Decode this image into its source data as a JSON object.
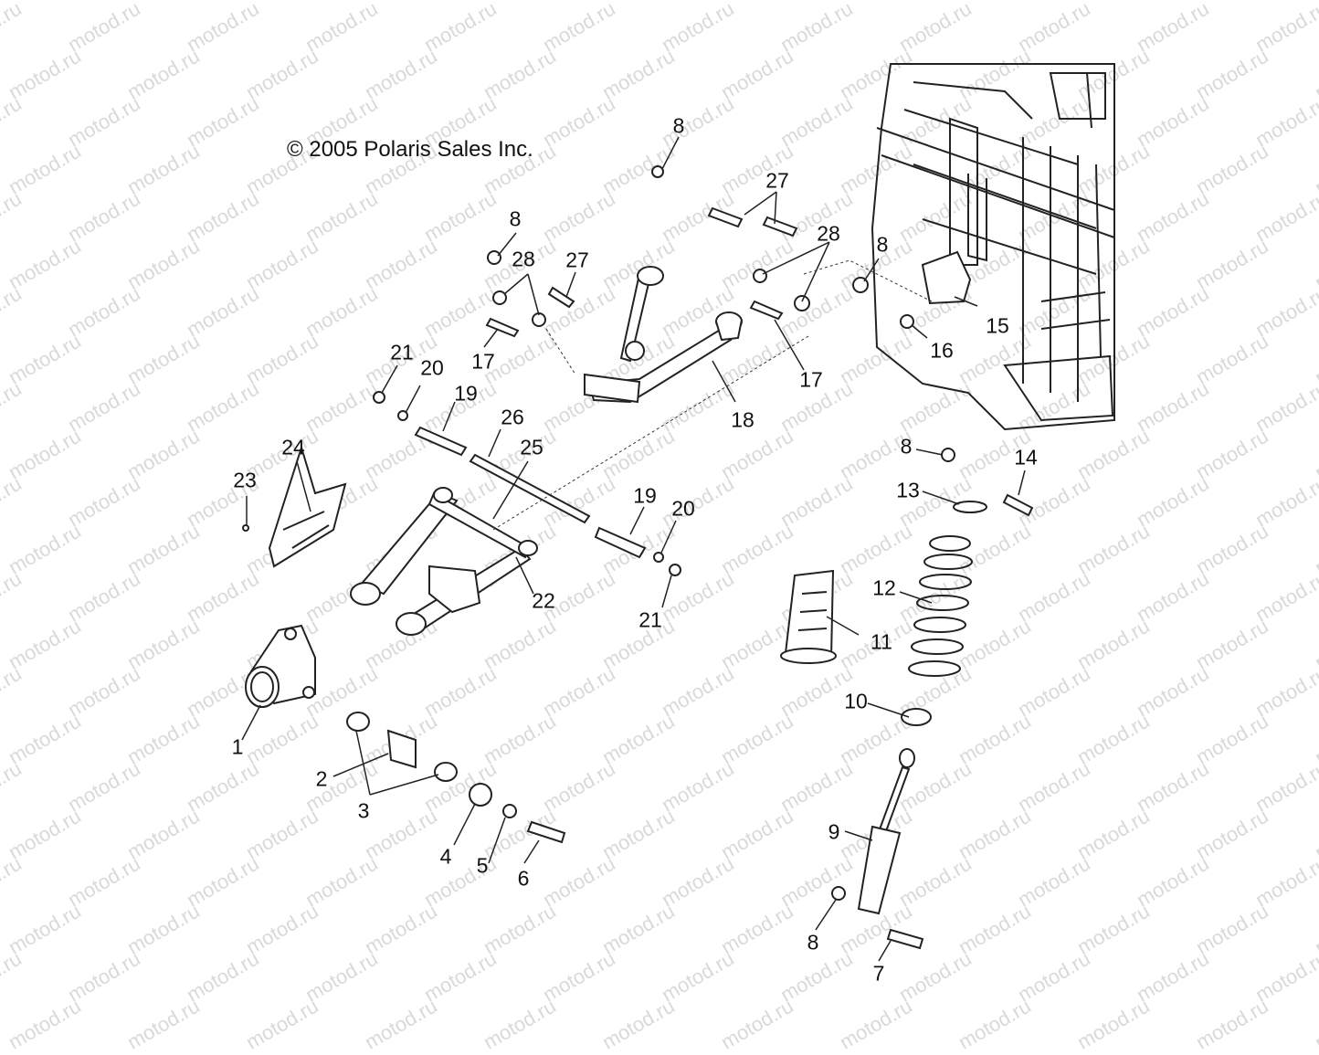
{
  "copyright": "© 2005 Polaris Sales Inc.",
  "watermark": "motod.ru",
  "callouts": {
    "c1": "1",
    "c2": "2",
    "c3": "3",
    "c4": "4",
    "c5": "5",
    "c6": "6",
    "c7": "7",
    "c8a": "8",
    "c8b": "8",
    "c8c": "8",
    "c8d": "8",
    "c8e": "8",
    "c9": "9",
    "c10": "10",
    "c11": "11",
    "c12": "12",
    "c13": "13",
    "c14": "14",
    "c15": "15",
    "c16": "16",
    "c17a": "17",
    "c17b": "17",
    "c18": "18",
    "c19a": "19",
    "c19b": "19",
    "c20a": "20",
    "c20b": "20",
    "c21a": "21",
    "c21b": "21",
    "c22": "22",
    "c23": "23",
    "c24": "24",
    "c25": "25",
    "c26": "26",
    "c27a": "27",
    "c27b": "27",
    "c28a": "28",
    "c28b": "28"
  }
}
